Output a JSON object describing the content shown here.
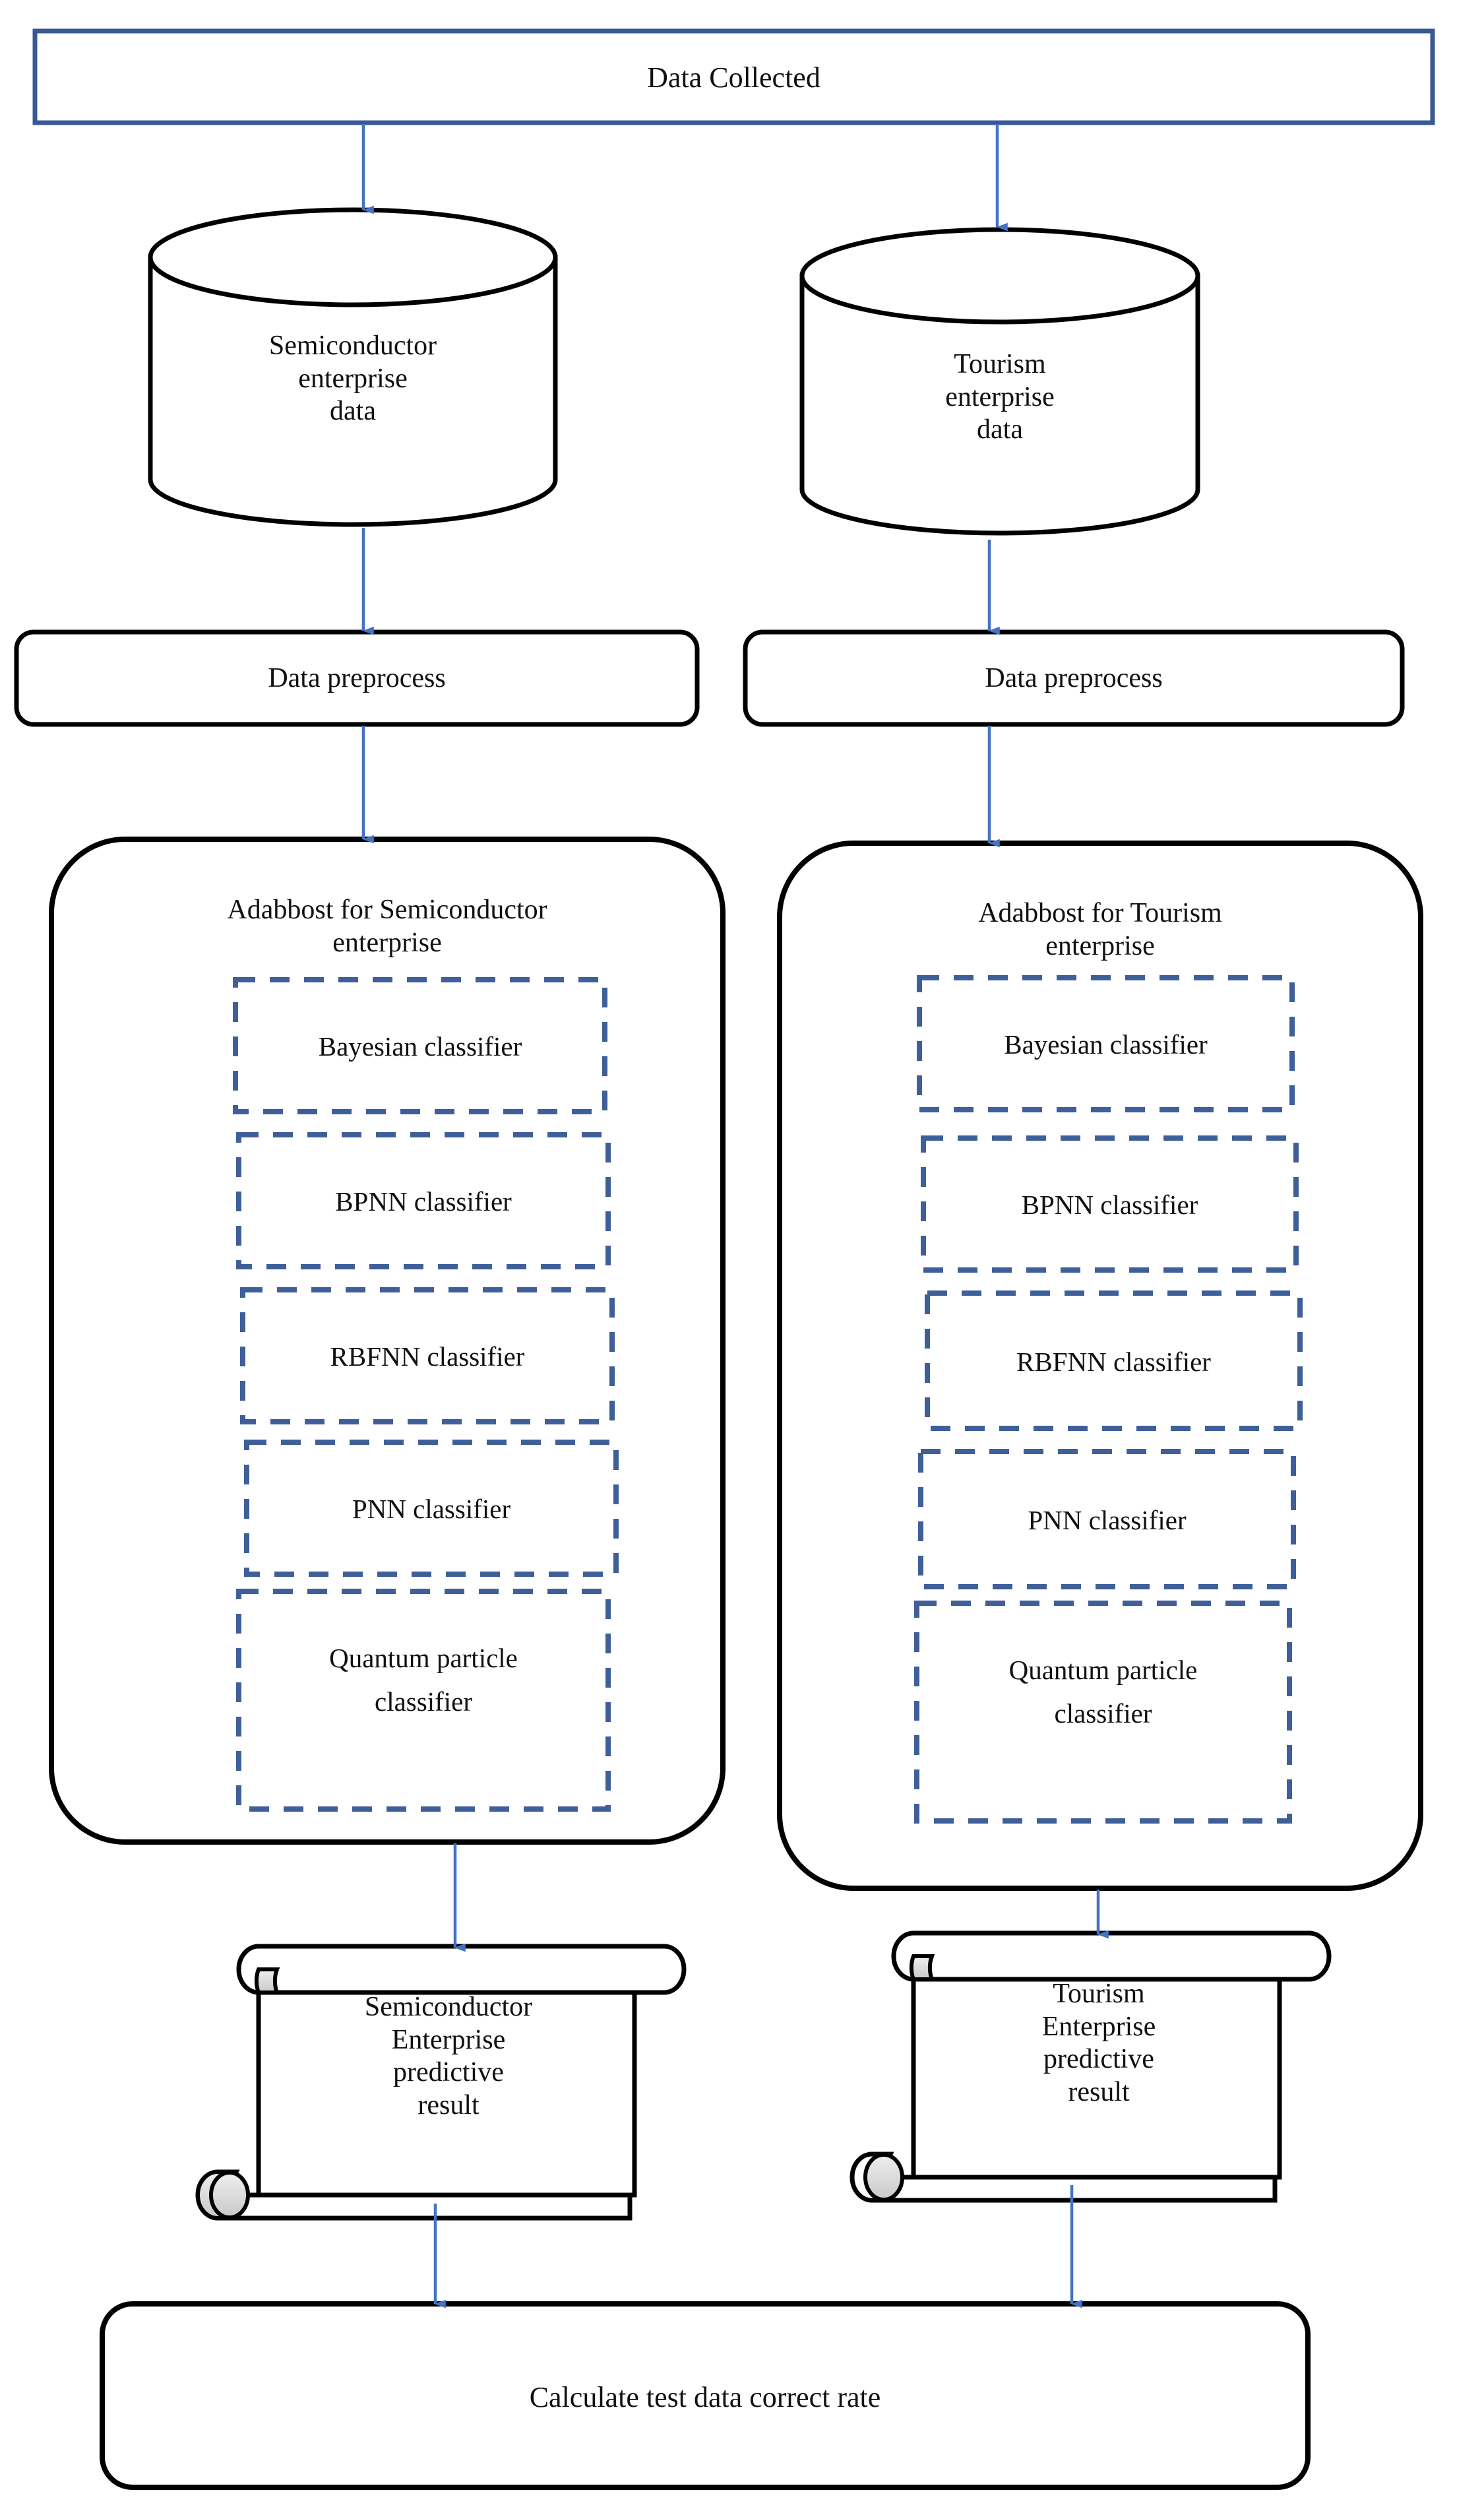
{
  "diagram": {
    "title_node": {
      "label": "Data Collected"
    },
    "colors": {
      "top_box_border": "#3A5894",
      "arrow": "#4472C4",
      "dashed_box_border": "#3F5F9B",
      "shape_outline": "#000000",
      "curl_fill": "#D0D0D0",
      "background": "#FFFFFF"
    },
    "branches": [
      {
        "side": "left",
        "datastore": {
          "label": "Semiconductor\nenterprise\ndata",
          "shape": "cylinder"
        },
        "preprocess": {
          "label": "Data preprocess",
          "shape": "rounded-rect"
        },
        "ensemble": {
          "label": "Adabbost for Semiconductor\nenterprise",
          "shape": "rounded-rect",
          "classifiers": [
            {
              "label": "Bayesian classifier"
            },
            {
              "label": "BPNN classifier"
            },
            {
              "label": "RBFNN classifier"
            },
            {
              "label": "PNN classifier"
            },
            {
              "label": "Quantum particle\nclassifier"
            }
          ]
        },
        "result": {
          "label": "Semiconductor\nEnterprise\npredictive\nresult",
          "shape": "scroll-document"
        }
      },
      {
        "side": "right",
        "datastore": {
          "label": "Tourism\nenterprise\ndata",
          "shape": "cylinder"
        },
        "preprocess": {
          "label": "Data preprocess",
          "shape": "rounded-rect"
        },
        "ensemble": {
          "label": "Adabbost for Tourism\nenterprise",
          "shape": "rounded-rect",
          "classifiers": [
            {
              "label": "Bayesian classifier"
            },
            {
              "label": "BPNN classifier"
            },
            {
              "label": "RBFNN classifier"
            },
            {
              "label": "PNN classifier"
            },
            {
              "label": "Quantum particle\nclassifier"
            }
          ]
        },
        "result": {
          "label": "Tourism\nEnterprise\npredictive\nresult",
          "shape": "scroll-document"
        }
      }
    ],
    "final_node": {
      "label": "Calculate test data correct rate",
      "shape": "rounded-rect"
    }
  }
}
